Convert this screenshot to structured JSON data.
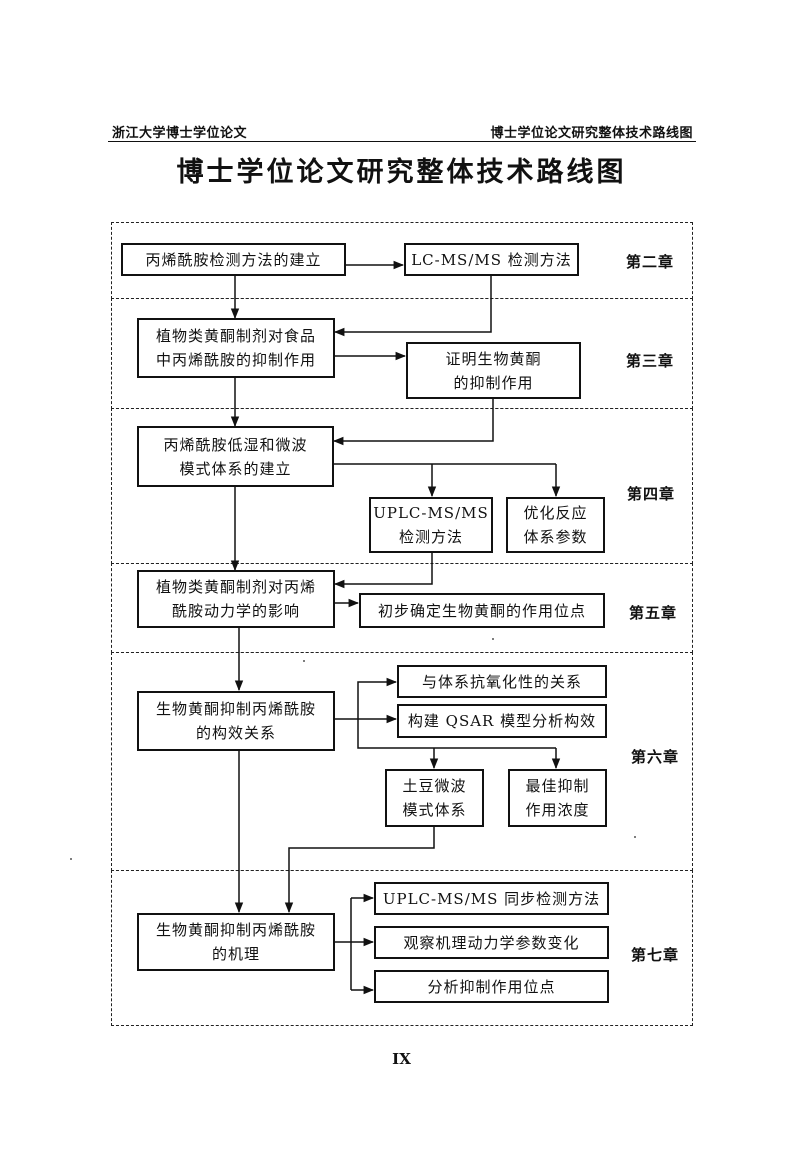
{
  "header": {
    "left": "浙江大学博士学位论文",
    "right": "博士学位论文研究整体技术路线图"
  },
  "title": "博士学位论文研究整体技术路线图",
  "boxes": {
    "b1": "丙烯酰胺检测方法的建立",
    "b2": "LC-MS/MS 检测方法",
    "b3": "植物类黄酮制剂对食品\n中丙烯酰胺的抑制作用",
    "b4": "证明生物黄酮\n的抑制作用",
    "b5": "丙烯酰胺低湿和微波\n模式体系的建立",
    "b6": "UPLC-MS/MS\n检测方法",
    "b7": "优化反应\n体系参数",
    "b8": "植物类黄酮制剂对丙烯\n酰胺动力学的影响",
    "b9": "初步确定生物黄酮的作用位点",
    "b10": "生物黄酮抑制丙烯酰胺\n的构效关系",
    "b11": "与体系抗氧化性的关系",
    "b12": "构建 QSAR 模型分析构效",
    "b13": "土豆微波\n模式体系",
    "b14": "最佳抑制\n作用浓度",
    "b15": "生物黄酮抑制丙烯酰胺\n的机理",
    "b16": "UPLC-MS/MS 同步检测方法",
    "b17": "观察机理动力学参数变化",
    "b18": "分析抑制作用位点"
  },
  "chapters": {
    "c2": "第二章",
    "c3": "第三章",
    "c4": "第四章",
    "c5": "第五章",
    "c6": "第六章",
    "c7": "第七章"
  },
  "page_number": "IX"
}
